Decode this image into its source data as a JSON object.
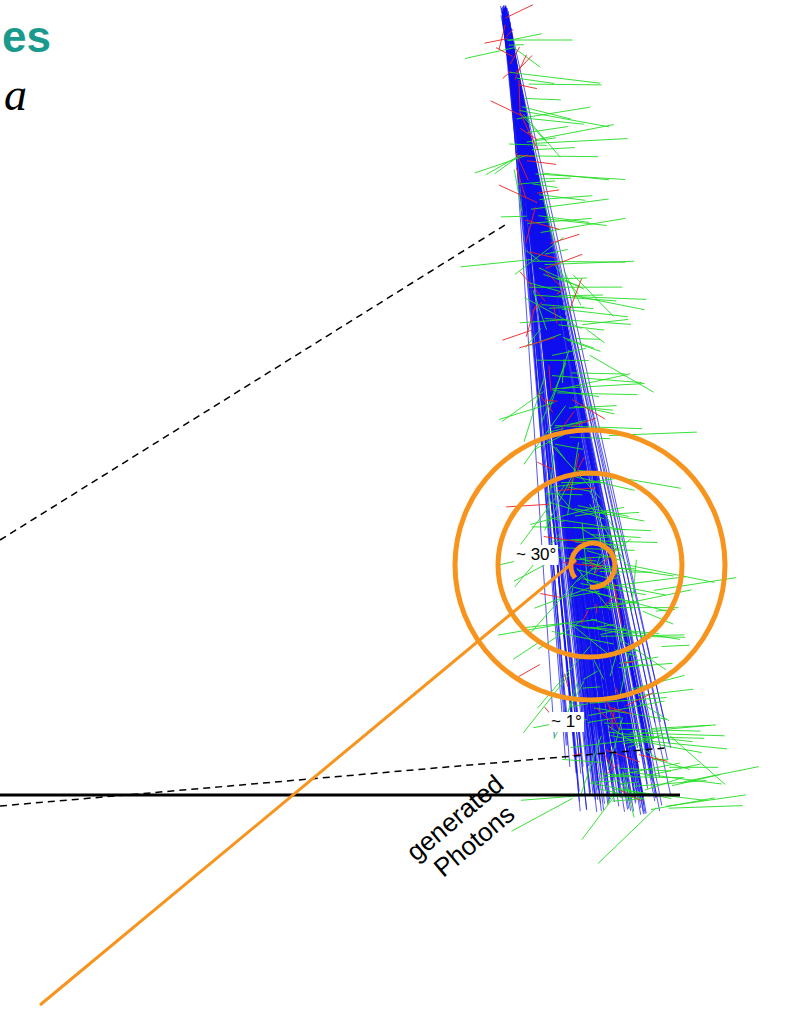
{
  "diagram": {
    "title": "es",
    "labels": [
      "a",
      "~ 30°",
      "~ 1°",
      "generated Photons"
    ]
  }
}
